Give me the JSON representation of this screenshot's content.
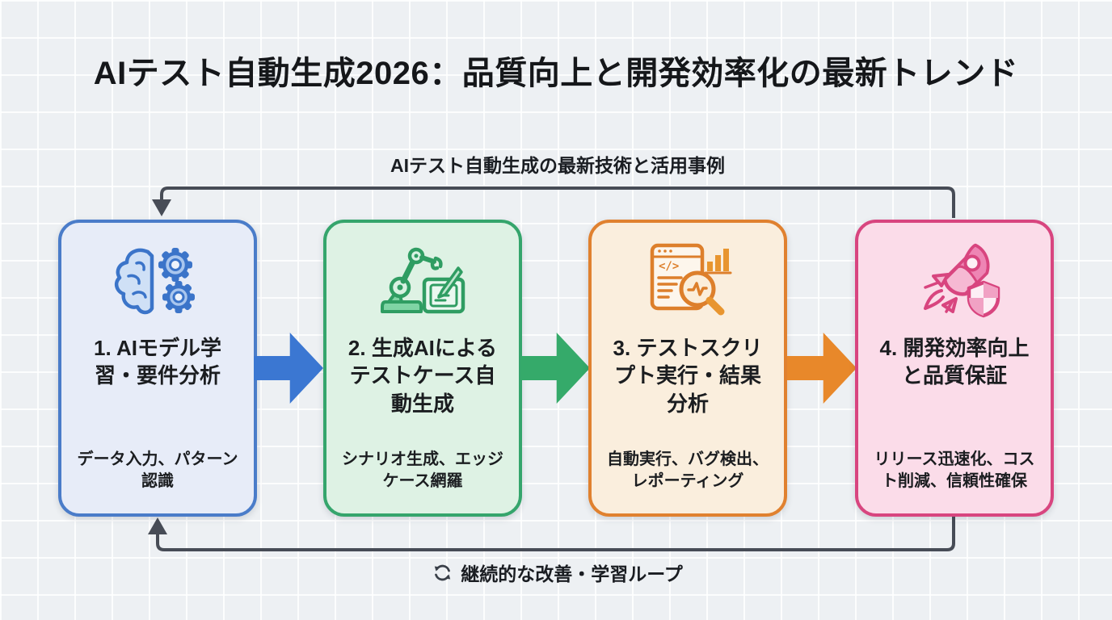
{
  "page": {
    "title": "AIテスト自動生成2026：品質向上と開発効率化の最新トレンド",
    "top_loop_label": "AIテスト自動生成の最新技術と活用事例",
    "bottom_loop_label": "継続的な改善・学習ループ"
  },
  "colors": {
    "background": "#edf0f3",
    "grid_line": "#f8fafb",
    "loop_line": "#474c56",
    "title_text": "#15171a"
  },
  "steps": [
    {
      "id": 1,
      "title": "1. AIモデル学習・要件分析",
      "subtitle": "データ入力、パターン認識",
      "icon": "brain-gears-icon",
      "accent": "#4a7cc9",
      "fill": "#e7ecf8",
      "arrow_color": "#3b77d2"
    },
    {
      "id": 2,
      "title": "2. 生成AIによるテストケース自動生成",
      "subtitle": "シナリオ生成、エッジケース網羅",
      "icon": "robot-arm-tablet-icon",
      "accent": "#35a56c",
      "fill": "#def2e4",
      "arrow_color": "#35aa6a"
    },
    {
      "id": 3,
      "title": "3. テストスクリプト実行・結果分析",
      "subtitle": "自動実行、バグ検出、レポーティング",
      "icon": "test-report-magnifier-icon",
      "accent": "#e0812f",
      "fill": "#faeedd",
      "arrow_color": "#e8882a"
    },
    {
      "id": 4,
      "title": "4. 開発効率向上と品質保証",
      "subtitle": "リリース迅速化、コスト削減、信頼性確保",
      "icon": "rocket-shield-icon",
      "accent": "#d8457f",
      "fill": "#fbdce9",
      "arrow_color": null
    }
  ]
}
